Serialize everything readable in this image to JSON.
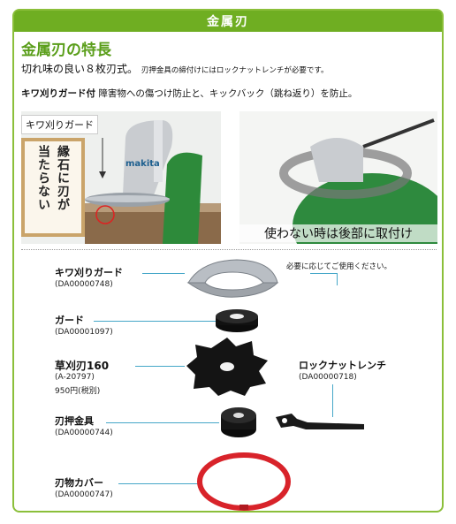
{
  "header": {
    "section": "金属刃"
  },
  "intro": {
    "title": "金属刃の特長",
    "lead_main": "切れ味の良い８枚刃式。",
    "lead_small": "刃押金具の締付けにはロックナットレンチが必要です。",
    "guard_bold": "キワ刈りガード付",
    "guard_text": "障害物への傷つけ防止と、キックバック（跳ね返り）を防止。"
  },
  "photos": {
    "left_tag": "キワ刈りガード",
    "left_warning_col1": "縁石に刃が",
    "left_warning_col2": "当たらない",
    "brand": "makita",
    "right_caption": "使わない時は後部に取付け"
  },
  "parts": [
    {
      "name": "キワ刈りガード",
      "code": "(DA00000748)"
    },
    {
      "name": "ガード",
      "code": "(DA00001097)"
    },
    {
      "name": "草刈刃160",
      "code": "(A-20797)",
      "price": "950円(税別)"
    },
    {
      "name": "刃押金具",
      "code": "(DA00000744)"
    },
    {
      "name": "刃物カバー",
      "code": "(DA00000747)"
    }
  ],
  "wrench": {
    "name": "ロックナットレンチ",
    "code": "(DA00000718)"
  },
  "note": "必要に応じてご使用ください。",
  "colors": {
    "accent": "#6fae22",
    "leader": "#45a7c8",
    "blade": "#1a1a1a",
    "cover": "#d8232a"
  }
}
